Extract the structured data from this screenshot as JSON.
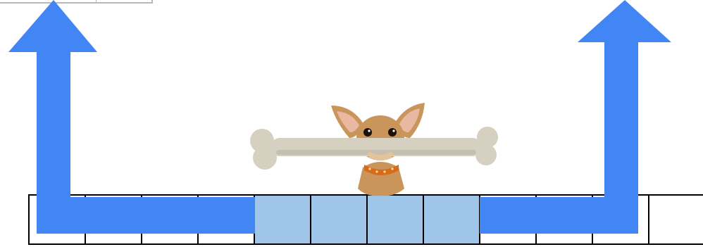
{
  "colors": {
    "arrow": "#4285f4",
    "highlighted_cell": "#9fc5e8",
    "cell_border": "#000000",
    "background": "#ffffff",
    "bone": "#d6d0c0",
    "dog_fur": "#c9955a",
    "collar": "#d86a1a"
  },
  "memory_strip": {
    "cell_count": 12,
    "highlighted_cells": [
      4,
      5,
      6,
      7
    ]
  },
  "arrows": [
    {
      "name": "left-up-arrow",
      "direction": "up",
      "side": "left"
    },
    {
      "name": "right-up-arrow",
      "direction": "up",
      "side": "right"
    }
  ],
  "illustration": {
    "subject": "chihuahua-holding-bone-icon"
  }
}
